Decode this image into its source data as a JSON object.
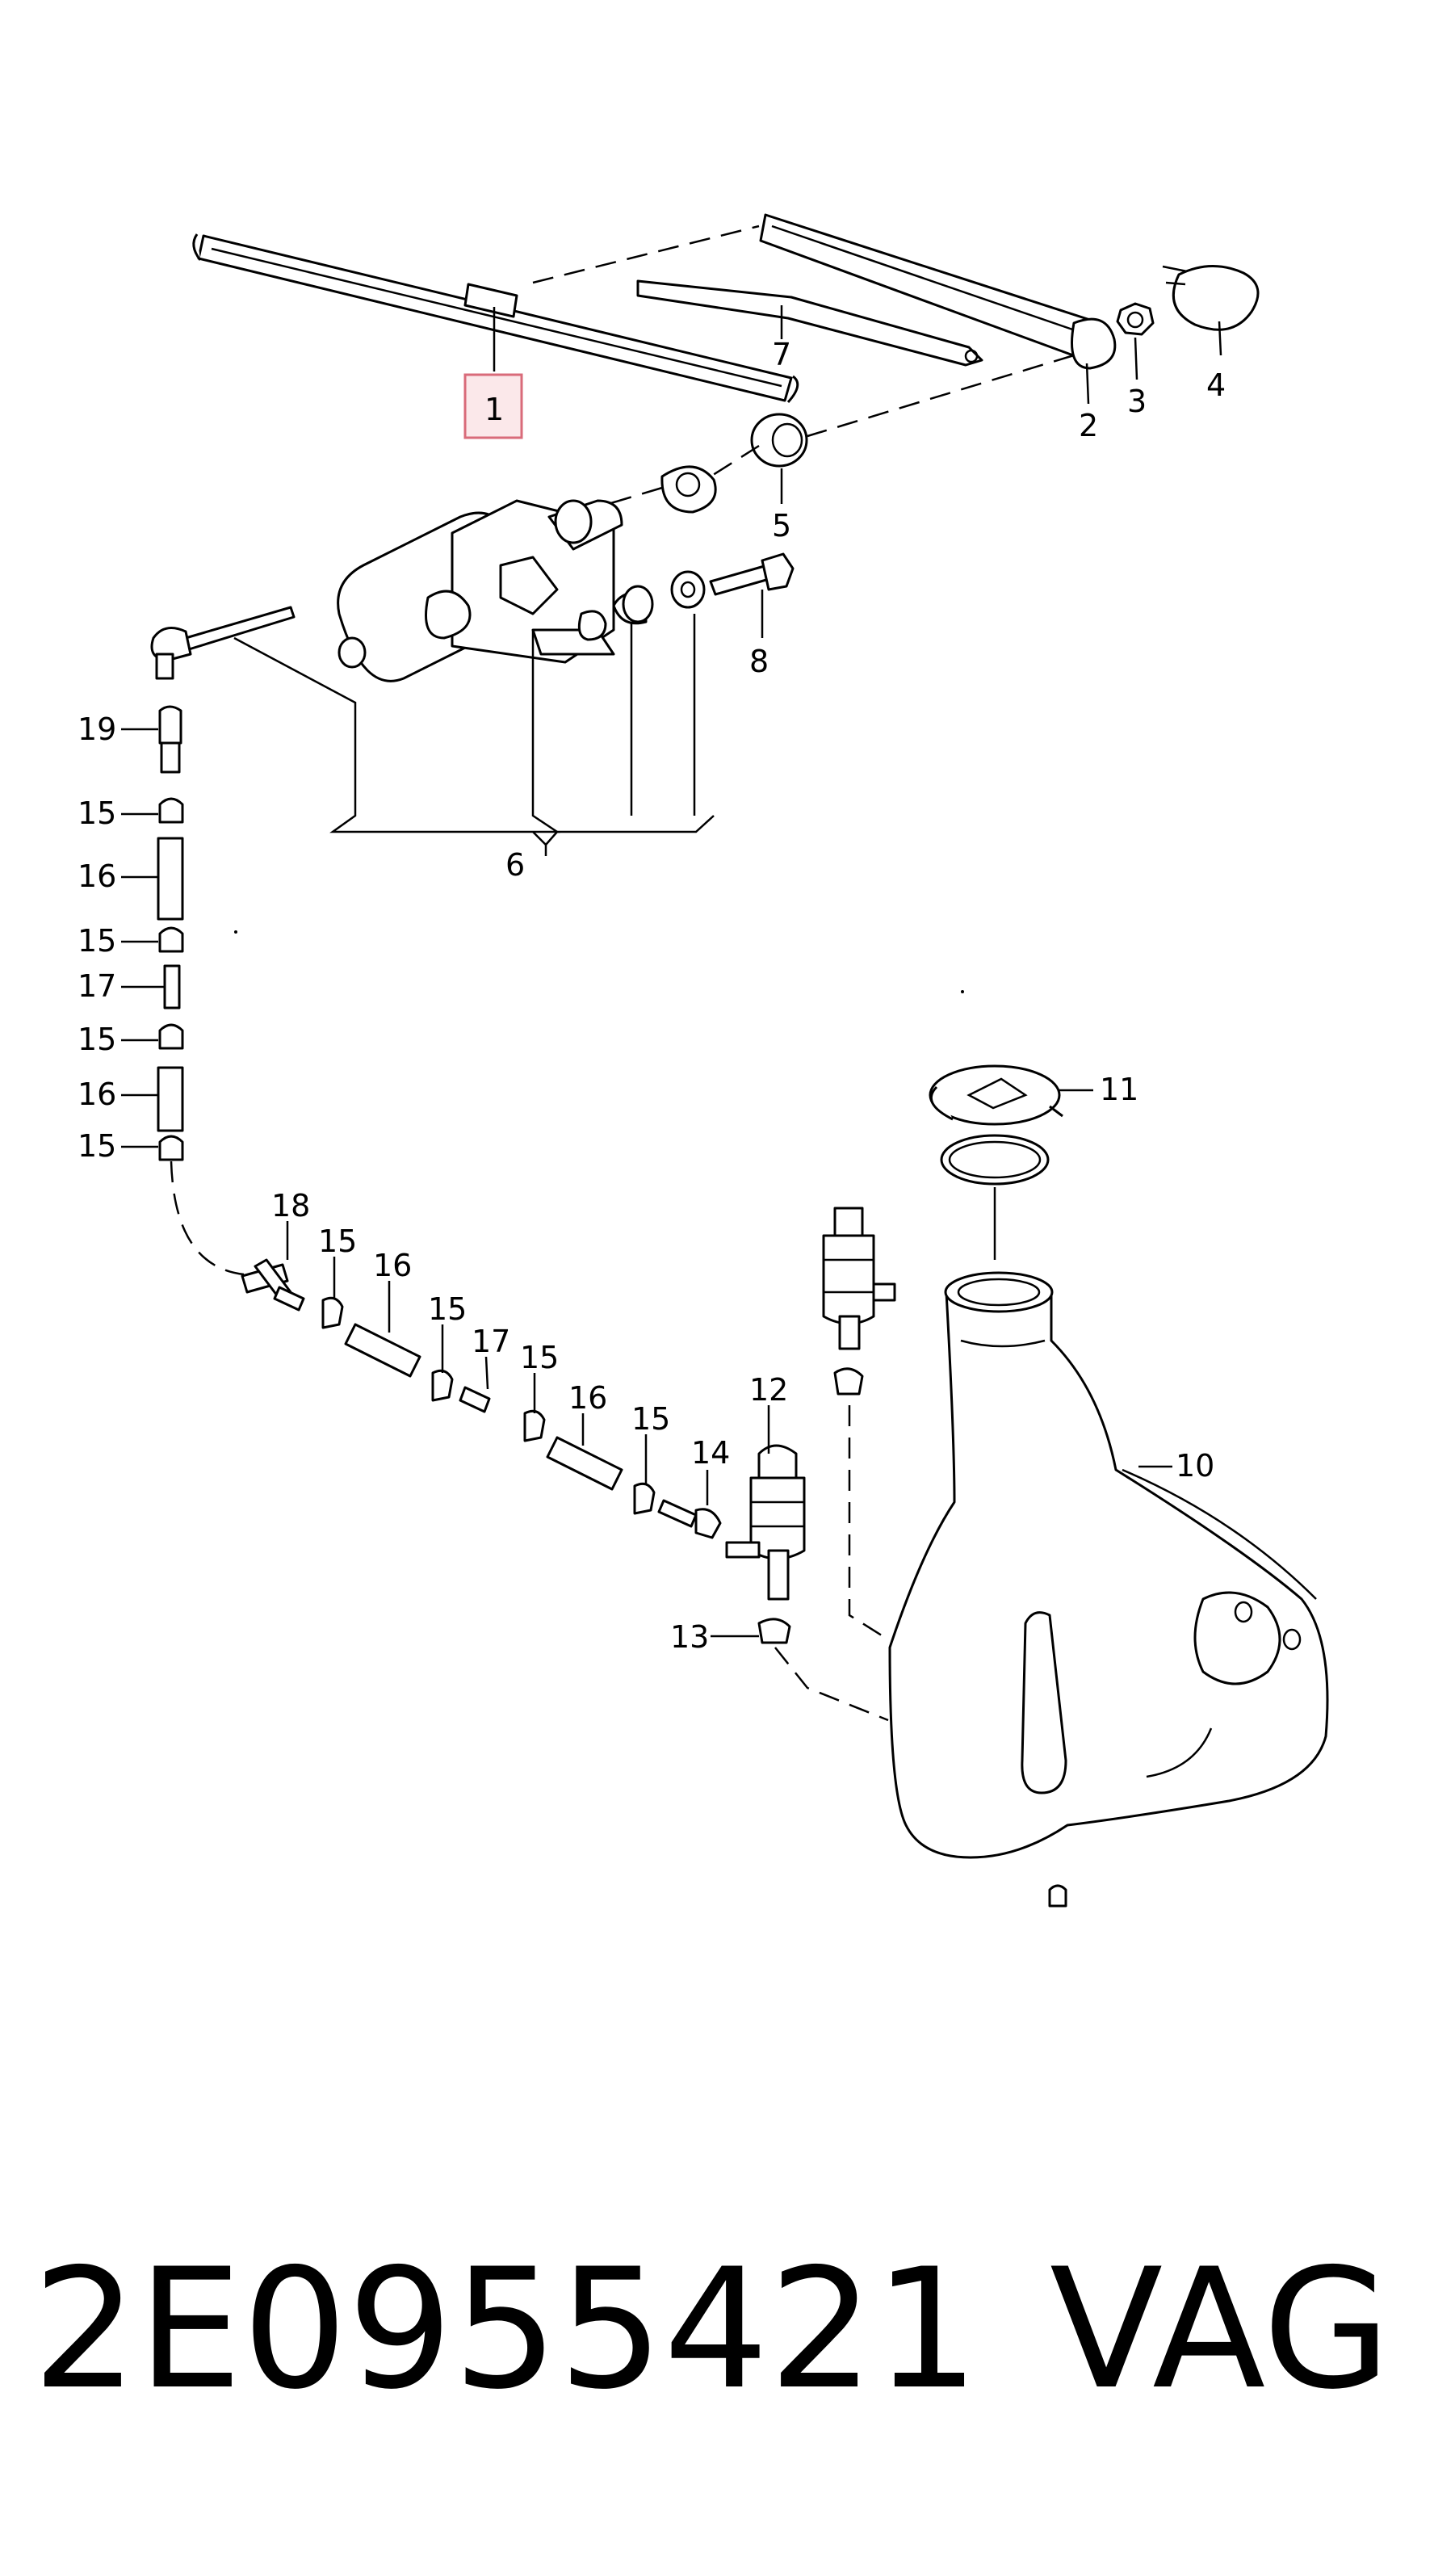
{
  "diagram": {
    "highlighted_callout": "1",
    "highlight_color": "#d96b7a",
    "callouts": {
      "c1": "1",
      "c2": "2",
      "c3": "3",
      "c4": "4",
      "c5": "5",
      "c6": "6",
      "c7": "7",
      "c8": "8",
      "c10": "10",
      "c11": "11",
      "c12": "12",
      "c13": "13",
      "c14": "14",
      "c19": "19",
      "hose_left": [
        "15",
        "16",
        "15",
        "17",
        "15",
        "16",
        "15"
      ],
      "hose_lower": [
        "18",
        "15",
        "16",
        "15",
        "17",
        "15",
        "16",
        "15"
      ]
    }
  },
  "caption": {
    "part_number": "2E0955421",
    "brand": "VAG"
  }
}
